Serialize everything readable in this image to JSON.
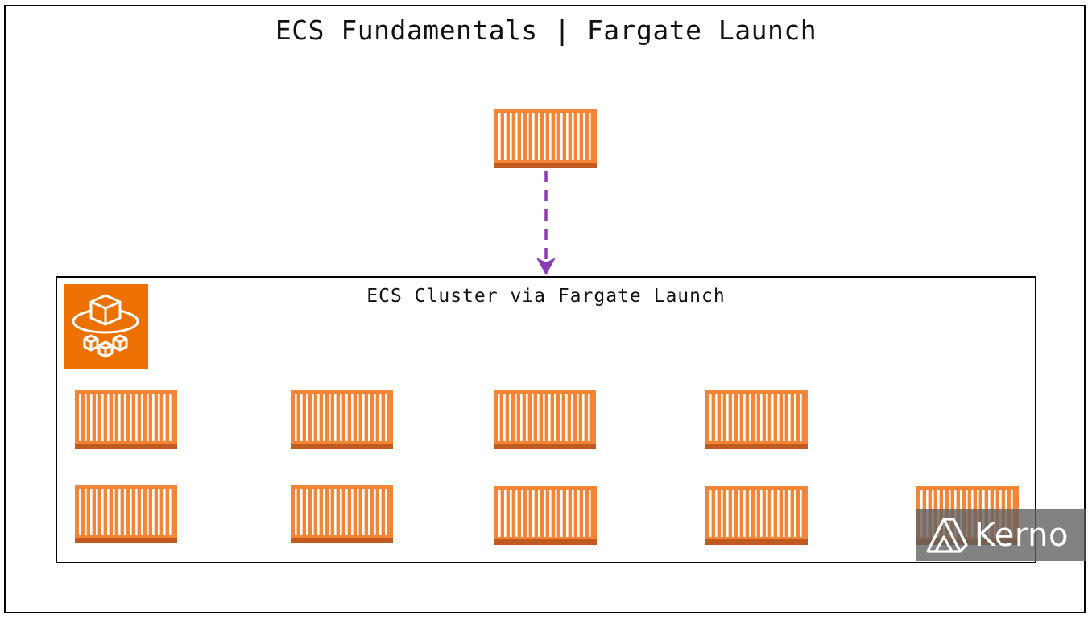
{
  "diagram": {
    "title": "ECS Fundamentals | Fargate Launch",
    "cluster_label": "ECS Cluster via Fargate Launch",
    "watermark_text": "Kerno"
  },
  "colors": {
    "container_orange": "#F58536",
    "container_base": "#C05A1F",
    "badge_orange": "#ED7100",
    "arrow_purple": "#8E3AB5",
    "border": "#000000"
  },
  "icons": {
    "task_container": "container-icon",
    "cluster_service": "ecs-fargate-icon",
    "deployment_arrow": "dashed-arrow-down-icon",
    "brand": "kerno-logo-icon"
  }
}
